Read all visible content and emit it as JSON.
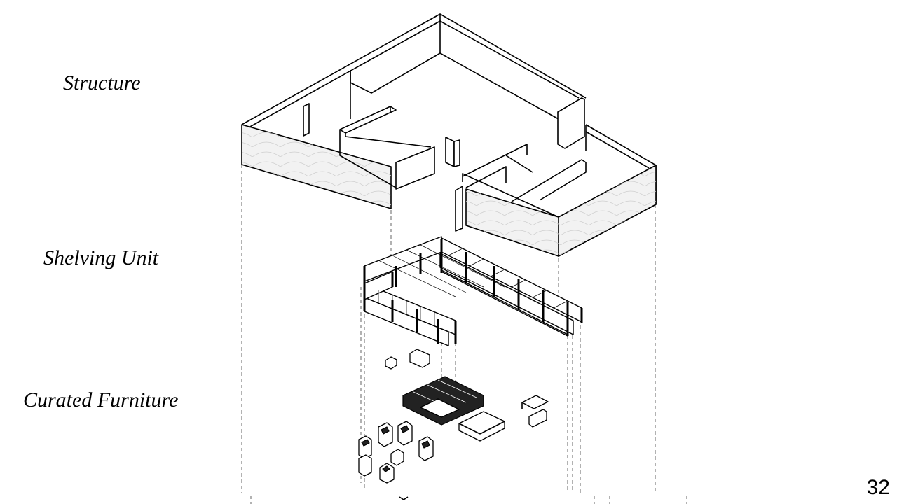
{
  "labels": {
    "structure": "Structure",
    "shelving_unit": "Shelving Unit",
    "curated_furniture": "Curated Furniture"
  },
  "page_number": "32",
  "colors": {
    "line": "#000000",
    "wall_face": "#f2f2f2",
    "background": "#ffffff"
  }
}
